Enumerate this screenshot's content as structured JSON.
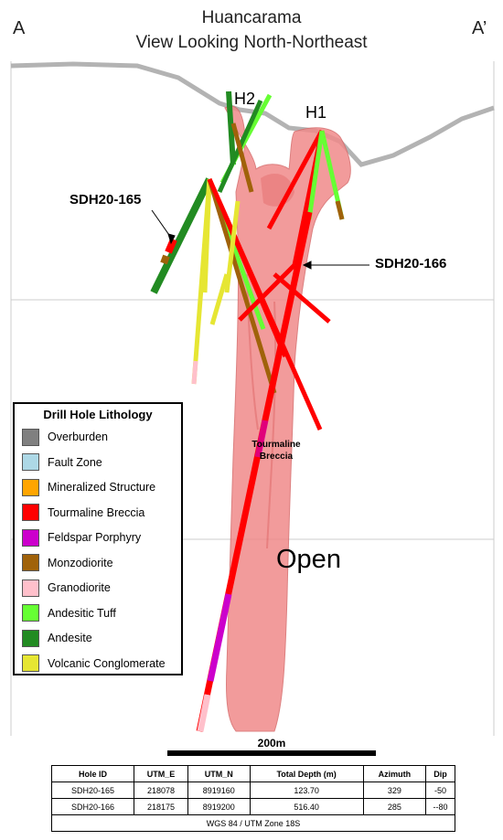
{
  "header": {
    "title_line1": "Huancarama",
    "title_line2": "View Looking North-Northeast",
    "corner_left": "A",
    "corner_right": "A’"
  },
  "annotations": {
    "hole_a": "SDH20-165",
    "hole_b": "SDH20-166",
    "collar_h1": "H1",
    "collar_h2": "H2",
    "breccia_line1": "Tourmaline",
    "breccia_line2": "Breccia",
    "open": "Open"
  },
  "legend": {
    "title": "Drill Hole Lithology",
    "items": [
      {
        "label": "Overburden",
        "color": "#808080"
      },
      {
        "label": "Fault Zone",
        "color": "#add8e6"
      },
      {
        "label": "Mineralized Structure",
        "color": "#ffa500"
      },
      {
        "label": "Tourmaline Breccia",
        "color": "#ff0000"
      },
      {
        "label": "Feldspar Porphyry",
        "color": "#cc00cc"
      },
      {
        "label": "Monzodiorite",
        "color": "#a0620a"
      },
      {
        "label": "Granodiorite",
        "color": "#ffc0cb"
      },
      {
        "label": "Andesitic Tuff",
        "color": "#66ff33"
      },
      {
        "label": "Andesite",
        "color": "#228b22"
      },
      {
        "label": "Volcanic Conglomerate",
        "color": "#e6e633"
      }
    ]
  },
  "scale": {
    "label": "200m"
  },
  "table": {
    "headers": [
      "Hole ID",
      "UTM_E",
      "UTM_N",
      "Total Depth (m)",
      "Azimuth",
      "Dip"
    ],
    "rows": [
      [
        "SDH20-165",
        "218078",
        "8919160",
        "123.70",
        "329",
        "-50"
      ],
      [
        "SDH20-166",
        "218175",
        "8919200",
        "516.40",
        "285",
        "--80"
      ]
    ],
    "footer": "WGS 84 / UTM Zone 18S"
  },
  "colors": {
    "breccia_body": "#f08a8a",
    "topo_line": "#b3b3b3",
    "grid_line": "#cccccc"
  }
}
